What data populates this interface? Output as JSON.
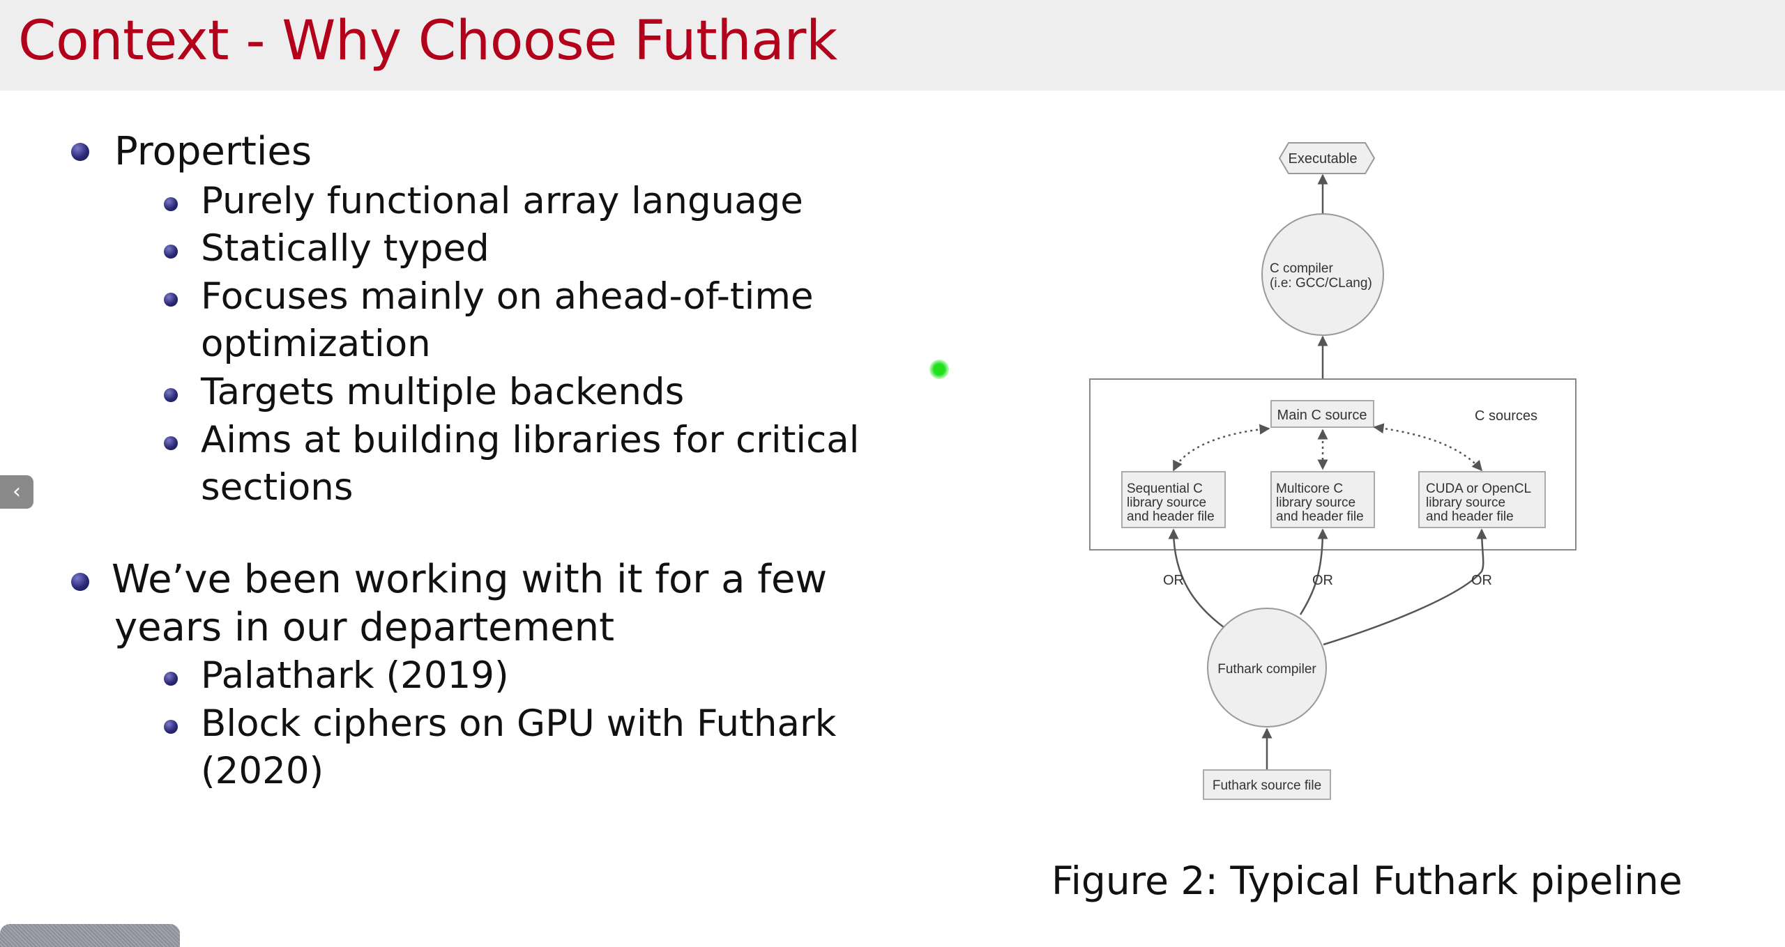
{
  "slide": {
    "title": "Context - Why Choose Futhark",
    "bullets": [
      {
        "text": "Properties",
        "children": [
          {
            "lines": [
              "Purely functional array language"
            ]
          },
          {
            "lines": [
              "Statically typed"
            ]
          },
          {
            "lines": [
              "Focuses mainly on ahead-of-time",
              "optimization"
            ]
          },
          {
            "lines": [
              "Targets multiple backends"
            ]
          },
          {
            "lines": [
              "Aims at building libraries for critical",
              "sections"
            ]
          }
        ]
      },
      {
        "lines": [
          "We’ve been working with it for a few",
          "years in our departement"
        ],
        "children": [
          {
            "lines": [
              "Palathark (2019)"
            ]
          },
          {
            "lines": [
              "Block ciphers on GPU with Futhark",
              "(2020)"
            ]
          }
        ]
      }
    ],
    "figure": {
      "caption": "Figure 2:  Typical Futhark pipeline",
      "nodes": {
        "executable": "Executable",
        "c_compiler_line1": "C compiler",
        "c_compiler_line2": "(i.e: GCC/CLang)",
        "main_c_source": "Main C source",
        "c_sources_label": "C sources",
        "sequential": [
          "Sequential C",
          "library source",
          "and header file"
        ],
        "multicore": [
          "Multicore C",
          "library source",
          "and header file"
        ],
        "cuda": [
          "CUDA or OpenCL",
          "library source",
          "and header file"
        ],
        "or_label": "OR",
        "futhark_compiler": "Futhark compiler",
        "futhark_source": "Futhark source file"
      }
    }
  },
  "controls": {
    "prev_icon": "chevron-left-icon",
    "prev_glyph": "‹"
  },
  "colors": {
    "title": "#b3001b",
    "title_bar": "#eeeeee",
    "bullet": "#2a2a78",
    "pointer": "#22e01e"
  }
}
